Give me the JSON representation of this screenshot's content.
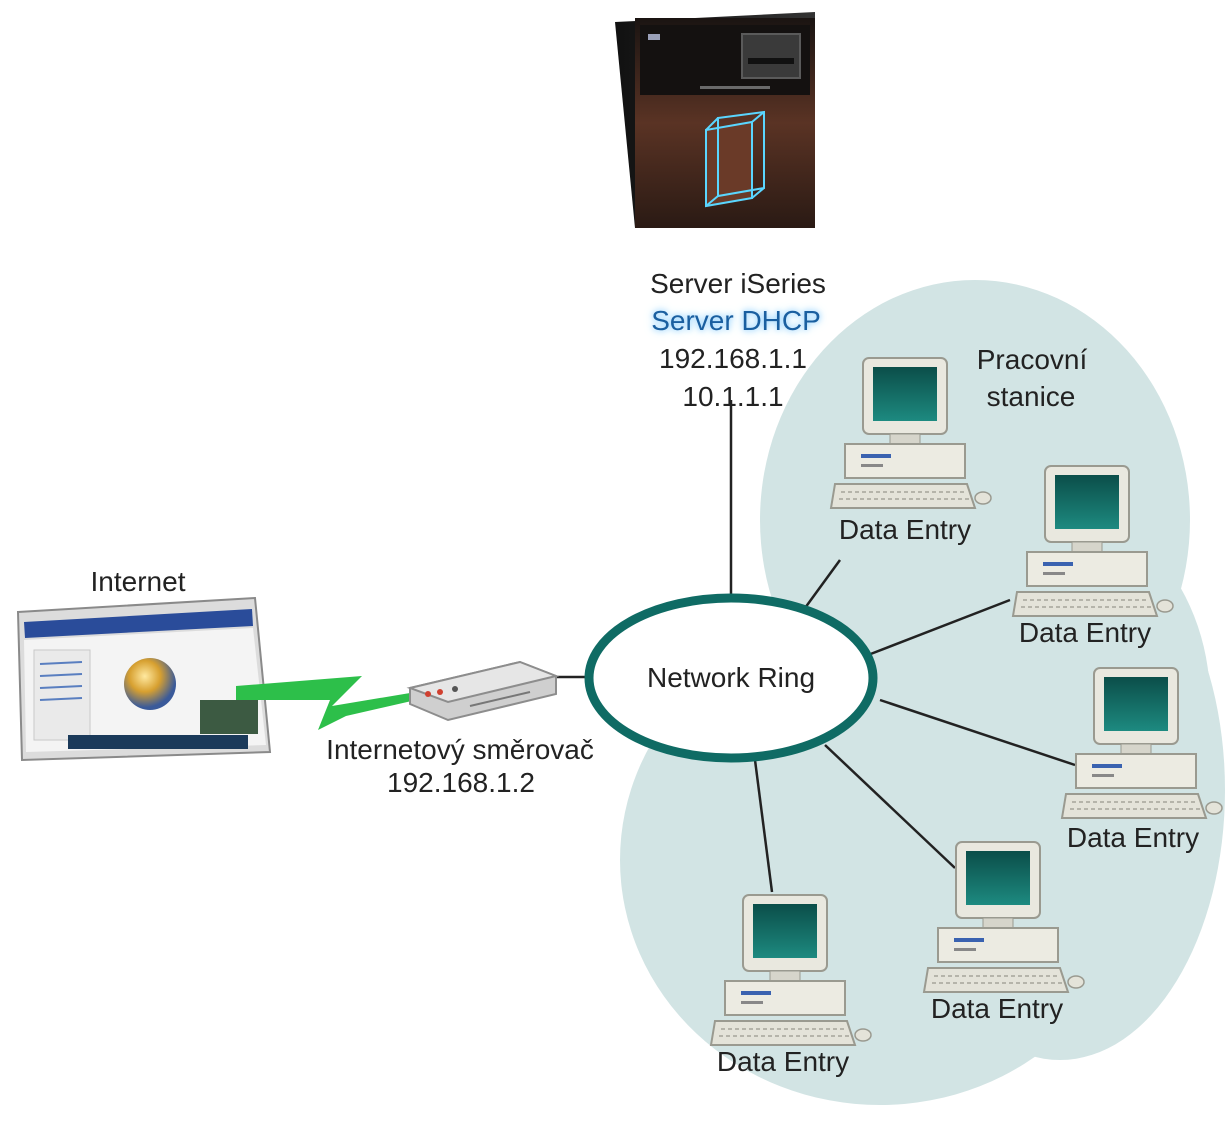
{
  "server": {
    "name": "Server iSeries",
    "role": "Server DHCP",
    "ip1": "192.168.1.1",
    "ip2": "10.1.1.1"
  },
  "workstations_label_line1": "Pracovní",
  "workstations_label_line2": "stanice",
  "internet_label": "Internet",
  "router": {
    "name": "Internetový směrovač",
    "ip": "192.168.1.2"
  },
  "ring_label": "Network Ring",
  "workstations": [
    {
      "label": "Data Entry"
    },
    {
      "label": "Data Entry"
    },
    {
      "label": "Data Entry"
    },
    {
      "label": "Data Entry"
    },
    {
      "label": "Data Entry"
    }
  ],
  "colors": {
    "cloud": "#d2e4e4",
    "ring": "#0f6b64",
    "link": "#2dbf4a",
    "server_body": "#2a2322",
    "screen": "#0e5f5a"
  }
}
